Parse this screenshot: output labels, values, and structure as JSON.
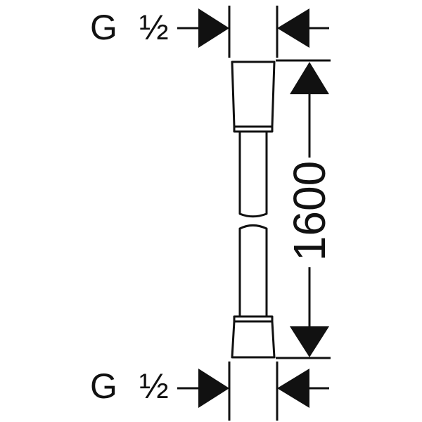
{
  "drawing": {
    "top_connection": {
      "thread_letter": "G",
      "thread_size": "½"
    },
    "bottom_connection": {
      "thread_letter": "G",
      "thread_size": "½"
    },
    "length_dimension": "1600",
    "line_color": "#111111",
    "background_color": "#ffffff"
  }
}
